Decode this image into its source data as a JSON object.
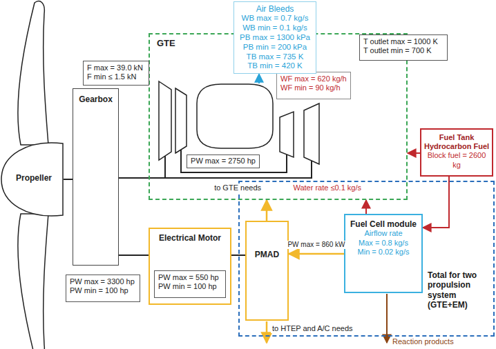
{
  "diagram": {
    "nodes": [
      {
        "text": [
          "Air Bleeds",
          "WB max = 0.7 kg/s",
          "WB min = 0.1 kg/s",
          "PB max = 1300 kPa",
          "PB min = 200 kPa",
          "TB max = 735 K",
          "TB min = 420 K"
        ]
      },
      {
        "text": [
          "F max = 39.0 kN",
          "F min ≤ 1.5 kN"
        ]
      },
      {
        "text": [
          "GTE"
        ]
      },
      {
        "text": [
          "WF max = 620 kg/h",
          "WF min = 90 kg/h"
        ],
        "in": 2
      },
      {
        "text": [
          "PW max = 2750 hp"
        ],
        "in": 2
      },
      {
        "text": [
          "T outlet max = 1000 K",
          "T outlet min = 700 K"
        ]
      },
      {
        "text": [
          "Propeller"
        ]
      },
      {
        "text": [
          "Gearbox"
        ]
      },
      {
        "text": [
          "Fuel Tank Hydrocarbon Fuel",
          "Block fuel = 2600 kg"
        ]
      },
      {
        "text": [
          "Total for two propulsion system (GTE+EM)"
        ]
      },
      {
        "text": [
          "PMAD"
        ],
        "in": 9
      },
      {
        "text": [
          "Fuel Cell module",
          "Airflow rate",
          "Max = 0.8 kg/s",
          "Min = 0.02 kg/s"
        ],
        "in": 9
      },
      {
        "text": [
          "Electrical Motor"
        ]
      },
      {
        "text": [
          "PW max = 550 hp",
          "PW min = 100 hp"
        ],
        "in": 12
      },
      {
        "text": [
          "PW max = 3300 hp",
          "PW min = 100 hp"
        ]
      }
    ],
    "edges": [
      {
        "from": 2,
        "to": 0,
        "arrow": "to"
      },
      {
        "from": 8,
        "to": 2,
        "arrow": "to"
      },
      {
        "from": 8,
        "to": 11,
        "arrow": "to"
      },
      {
        "from": 11,
        "to": 2,
        "arrow": "to",
        "label": "Water rate ≤0.1 kg/s"
      },
      {
        "from": 10,
        "to": 2,
        "arrow": "to",
        "label": "to GTE needs"
      },
      {
        "from": 11,
        "to": 10,
        "arrow": "to",
        "label": "PW max = 860 kW"
      },
      {
        "from": 10,
        "to": 12,
        "arrow": "none"
      },
      {
        "from": 12,
        "to": 7,
        "arrow": "none"
      },
      {
        "from": 2,
        "to": 7,
        "arrow": "none"
      },
      {
        "from": 7,
        "to": 6,
        "arrow": "none"
      }
    ],
    "labels": [
      "to HTEP and A/C needs",
      "Reaction products"
    ]
  }
}
